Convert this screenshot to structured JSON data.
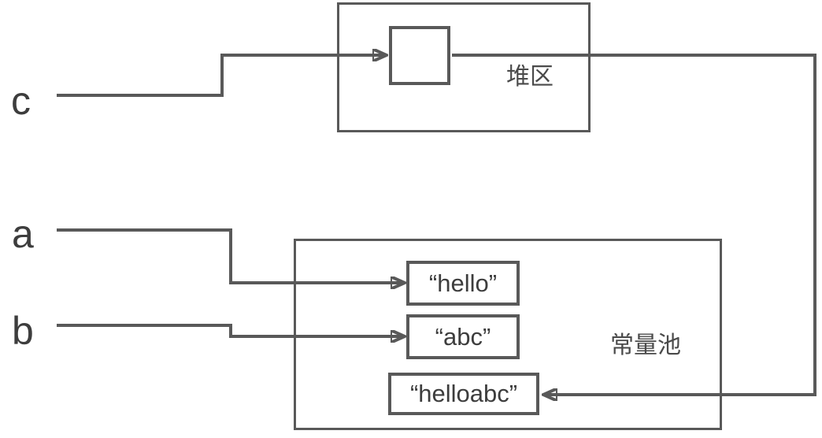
{
  "diagram": {
    "variables": {
      "c": "c",
      "a": "a",
      "b": "b"
    },
    "heap": {
      "label": "堆区"
    },
    "constant_pool": {
      "label": "常量池",
      "strings": {
        "hello": "“hello”",
        "abc": "“abc”",
        "helloabc": "“helloabc”"
      }
    },
    "colors": {
      "line": "#595959",
      "text": "#3d3d3d",
      "background": "#ffffff"
    }
  }
}
